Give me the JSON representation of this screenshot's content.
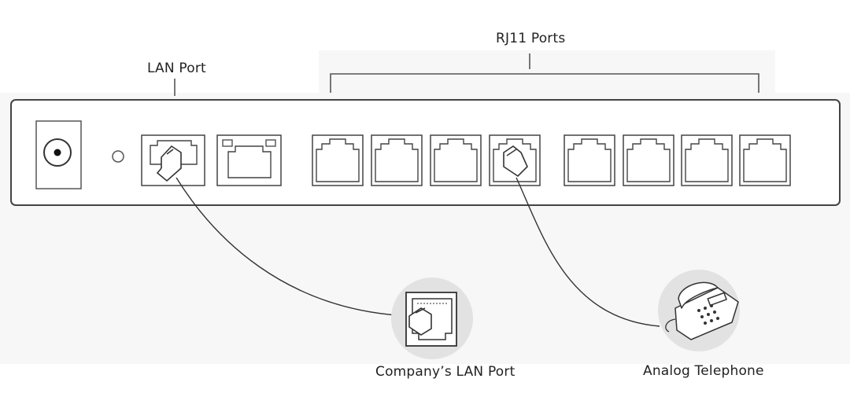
{
  "labels": {
    "lan_port": "LAN Port",
    "rj11_ports": "RJ11 Ports",
    "company_lan_port": "Company’s LAN Port",
    "analog_telephone": "Analog Telephone"
  },
  "device": {
    "rj11_port_count": 8,
    "rj11_connected_port": 4,
    "lan_port_connected": true
  },
  "icons": {
    "company_lan": "wall-ethernet-jack-icon",
    "telephone": "desk-telephone-icon"
  }
}
